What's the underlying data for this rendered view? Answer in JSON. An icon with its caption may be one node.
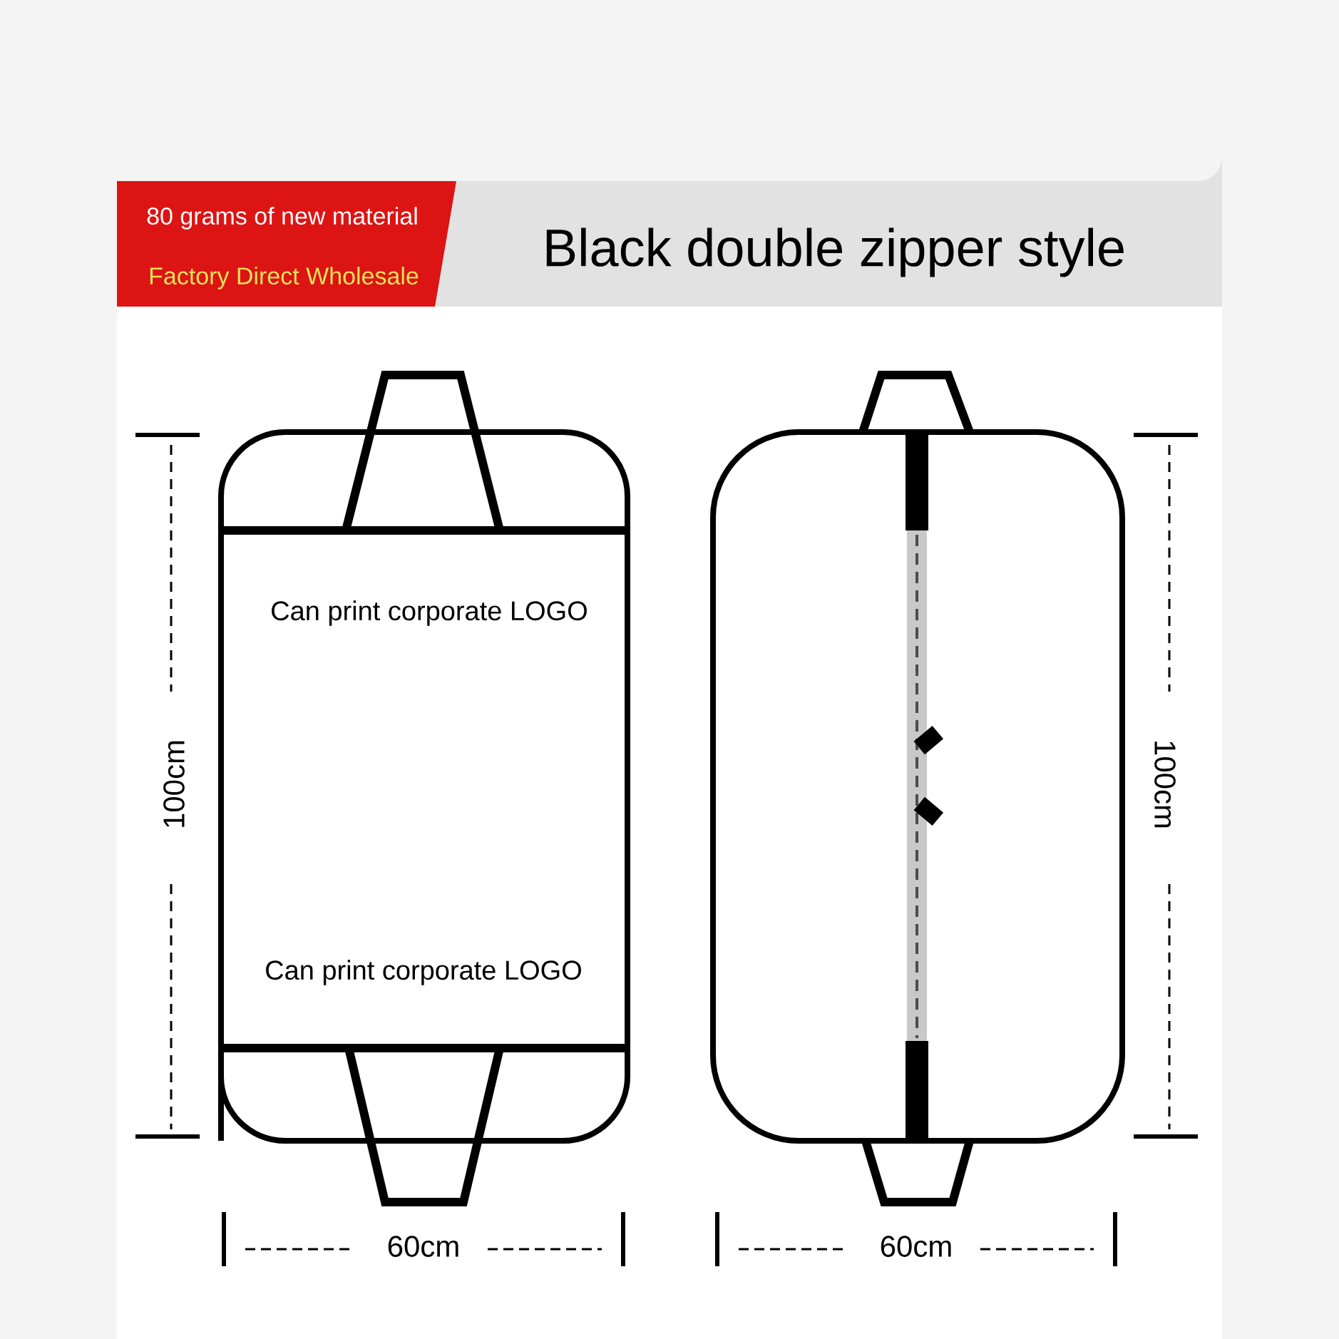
{
  "diagram": {
    "title": "Black double zipper style",
    "labels": [
      "80 grams of new material",
      "Factory Direct Wholesale",
      "Can print corporate LOGO",
      "Can print corporate LOGO",
      "100cm",
      "60cm",
      "100cm",
      "60cm"
    ]
  }
}
